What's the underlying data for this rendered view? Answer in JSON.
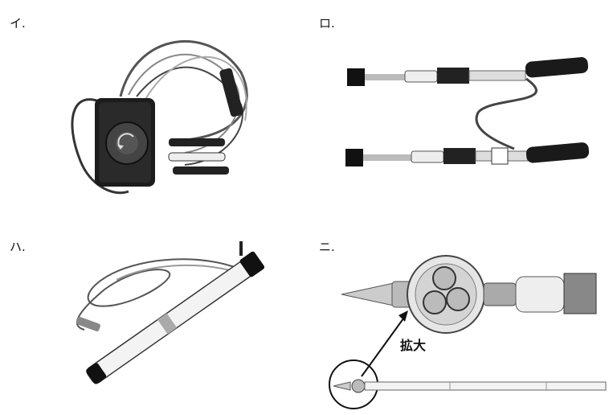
{
  "panels": [
    {
      "label": "イ.",
      "icon": "phase-sequence-tester-photo"
    },
    {
      "label": "ロ.",
      "icon": "high-voltage-phase-detector-photo"
    },
    {
      "label": "ハ.",
      "icon": "voltage-detector-rod-photo"
    },
    {
      "label": "ニ.",
      "icon": "detector-probe-closeup-photo"
    }
  ],
  "zoom_caption": "拡大",
  "colors": {
    "ink": "#111111",
    "grip": "#222222",
    "tube": "#f2f2f2",
    "metal": "#9a9a9a"
  }
}
